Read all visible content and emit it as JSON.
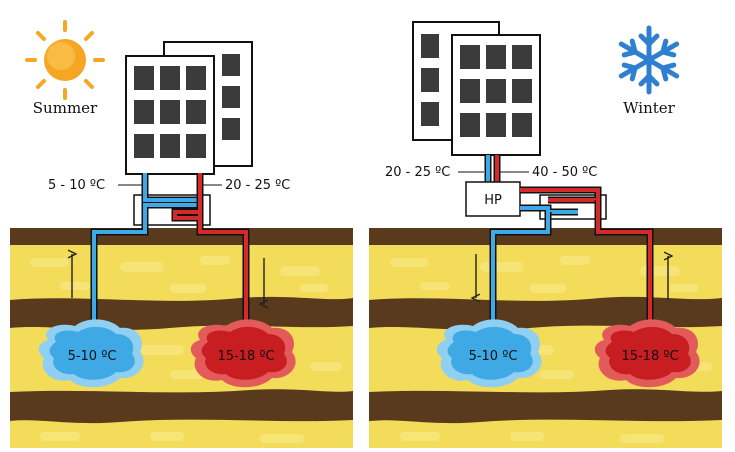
{
  "panels": [
    {
      "season": "Summer",
      "cold_pipe_temp": "5 - 10 ºC",
      "hot_pipe_temp": "20 - 25 ºC",
      "cold_zone_temp": "5-10 ºC",
      "hot_zone_temp": "15-18 ºC",
      "icon": "sun-icon",
      "cold_flow": "up",
      "hot_flow": "down"
    },
    {
      "season": "Winter",
      "cold_pipe_temp": "20 - 25 ºC",
      "hot_pipe_temp": "40 - 50 ºC",
      "heat_pump_label": "HP",
      "cold_zone_temp": "5-10 ºC",
      "hot_zone_temp": "15-18 ºC",
      "icon": "snowflake-icon",
      "cold_flow": "down",
      "hot_flow": "up"
    }
  ],
  "colors": {
    "cold": "#3fa9e6",
    "hot": "#d42a2a",
    "soil": "#f2dc5a",
    "rock": "#5a3a1c",
    "panel_cell": "#3b3b3b",
    "sun": "#f5a623",
    "snow": "#2f7fd1"
  }
}
